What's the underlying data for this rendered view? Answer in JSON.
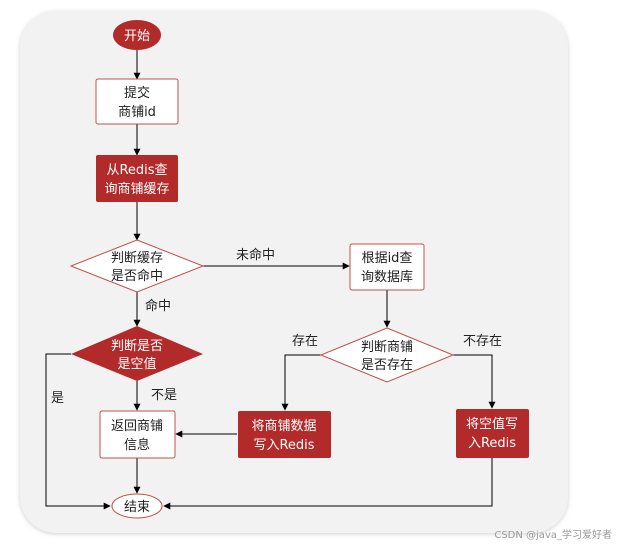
{
  "nodes": {
    "start": "开始",
    "submit": [
      "提交",
      "商铺id"
    ],
    "query_redis": [
      "从Redis查",
      "询商铺缓存"
    ],
    "judge_cache": [
      "判断缓存",
      "是否命中"
    ],
    "query_db": [
      "根据id查",
      "询数据库"
    ],
    "judge_null": [
      "判断是否",
      "是空值"
    ],
    "judge_shop": [
      "判断商铺",
      "是否存在"
    ],
    "return_shop": [
      "返回商铺",
      "信息"
    ],
    "write_shop": [
      "将商铺数据",
      "写入Redis"
    ],
    "write_null": [
      "将空值写",
      "入Redis"
    ],
    "end": "结束"
  },
  "edge_labels": {
    "miss": "未命中",
    "hit": "命中",
    "exists": "存在",
    "not_exists": "不存在",
    "yes": "是",
    "no": "不是"
  },
  "colors": {
    "dark_red": "#b22a2a",
    "border_red": "#c0504d",
    "line": "#000000",
    "panel": "#f2f2f2"
  },
  "watermark": "CSDN @java_学习爱好者"
}
